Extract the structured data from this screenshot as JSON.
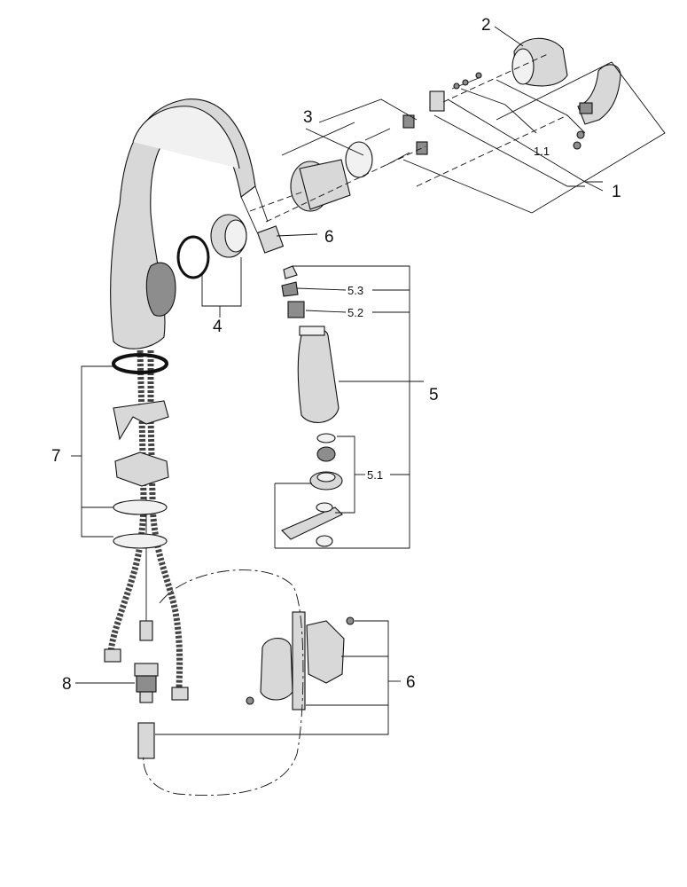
{
  "labels": {
    "l1": "1",
    "l1_1": "1.1",
    "l2": "2",
    "l3": "3",
    "l4": "4",
    "l5": "5",
    "l5_1": "5.1",
    "l5_2": "5.2",
    "l5_3": "5.3",
    "l6_top": "6",
    "l6_bottom": "6",
    "l7": "7",
    "l8": "8"
  },
  "colors": {
    "line": "#111111",
    "part_fill": "#d8d8d8",
    "dark_fill": "#8d8d8d",
    "background": "#ffffff"
  }
}
